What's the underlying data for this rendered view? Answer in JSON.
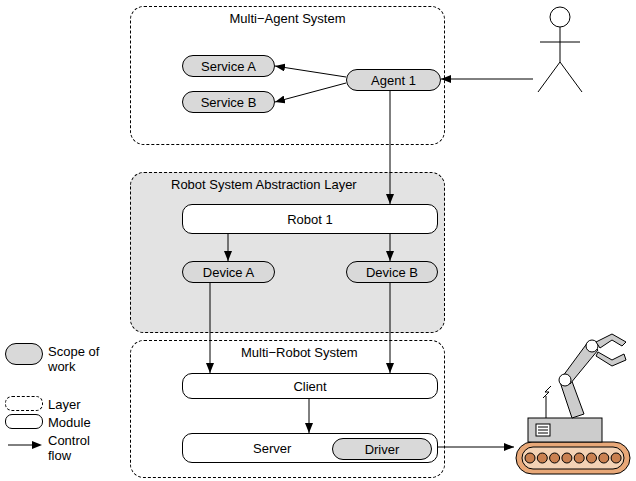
{
  "diagram": {
    "nodes": [
      {
        "text": [
          "Multi−Agent System"
        ]
      },
      {
        "text": [
          "Service A"
        ],
        "in": 0
      },
      {
        "text": [
          "Service B"
        ],
        "in": 0
      },
      {
        "text": [
          "Agent 1"
        ],
        "in": 0
      },
      {
        "text": [
          "Robot System Abstraction Layer"
        ]
      },
      {
        "text": [
          "Robot 1"
        ],
        "in": 4
      },
      {
        "text": [
          "Device A"
        ],
        "in": 4
      },
      {
        "text": [
          "Device B"
        ],
        "in": 4
      },
      {
        "text": [
          "Multi−Robot System"
        ]
      },
      {
        "text": [
          "Client"
        ],
        "in": 8
      },
      {
        "text": [
          "Server"
        ],
        "in": 8
      },
      {
        "text": [
          "Driver"
        ],
        "in": 10
      }
    ],
    "edges": [
      {
        "from": 3,
        "to": 1,
        "arrow": "to"
      },
      {
        "from": 3,
        "to": 2,
        "arrow": "to"
      },
      {
        "from": 3,
        "to": 5,
        "arrow": "to"
      },
      {
        "from": 5,
        "to": 6,
        "arrow": "to"
      },
      {
        "from": 5,
        "to": 7,
        "arrow": "to"
      },
      {
        "from": 6,
        "to": 9,
        "arrow": "to"
      },
      {
        "from": 7,
        "to": 9,
        "arrow": "to"
      },
      {
        "from": 9,
        "to": 10,
        "arrow": "to"
      }
    ],
    "legend": [
      {
        "text": "Scope of work",
        "color": "#d9d9d9"
      },
      {
        "text": "Layer"
      },
      {
        "text": "Module"
      },
      {
        "text": "Control flow"
      }
    ]
  }
}
